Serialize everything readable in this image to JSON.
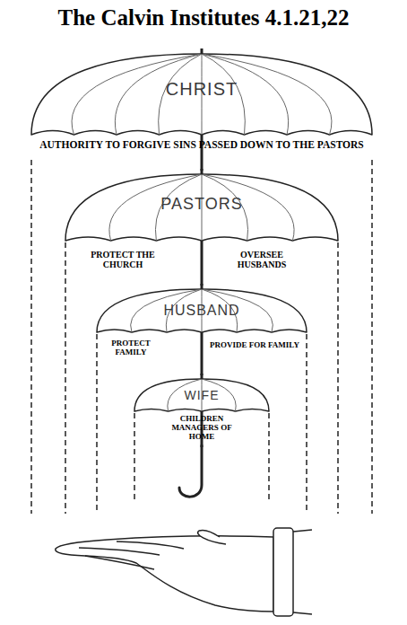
{
  "diagram": {
    "title": "The Calvin Institutes 4.1.21,22",
    "nodes": [
      {
        "text": [
          "CHRIST",
          "AUTHORITY TO FORGIVE SINS PASSED DOWN TO THE PASTORS"
        ]
      },
      {
        "text": [
          "PASTORS",
          "PROTECT THE CHURCH",
          "OVERSEE HUSBANDS"
        ]
      },
      {
        "text": [
          "HUSBAND",
          "PROTECT FAMILY",
          "PROVIDE FOR FAMILY"
        ]
      },
      {
        "text": [
          "WIFE",
          "CHILDREN MANAGERS OF HOME"
        ]
      }
    ],
    "edges": [
      {
        "from": 0,
        "to": 1,
        "arrow": "none"
      },
      {
        "from": 1,
        "to": 2,
        "arrow": "none"
      },
      {
        "from": 2,
        "to": 3,
        "arrow": "none"
      }
    ]
  }
}
